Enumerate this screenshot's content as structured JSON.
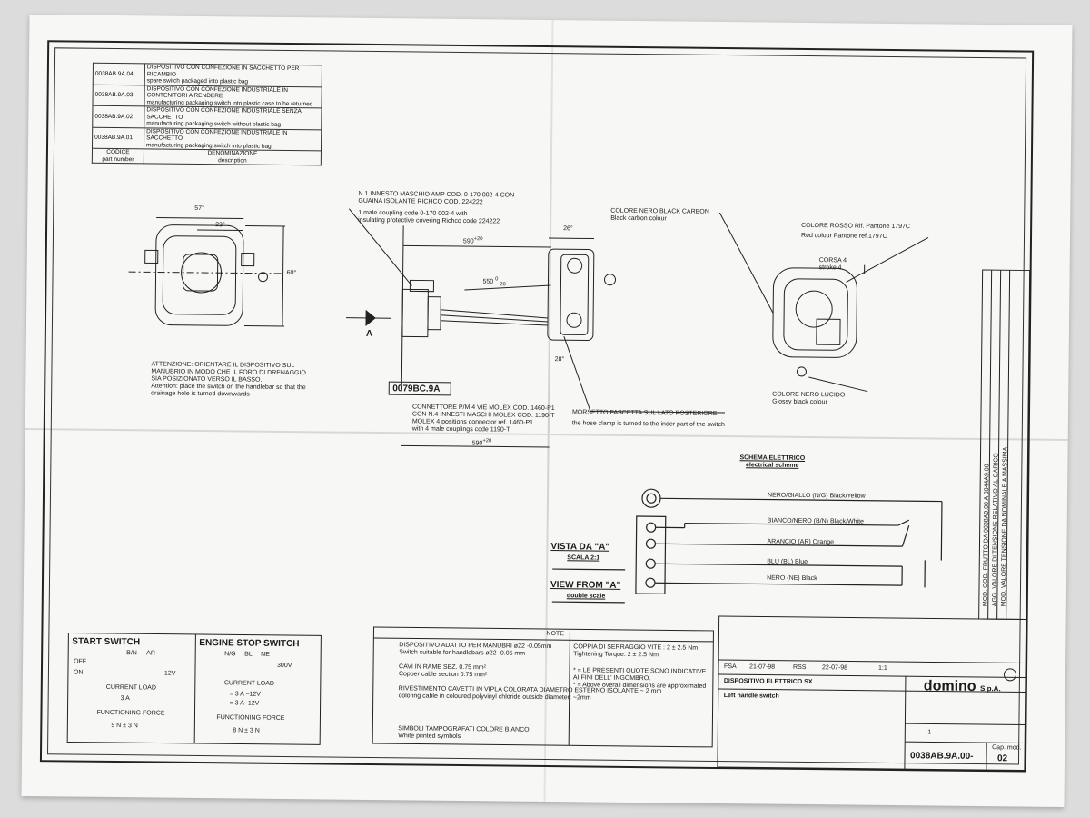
{
  "revisions": [
    {
      "code": "0038AB.9A.04",
      "it": "DISPOSITIVO CON CONFEZIONE IN SACCHETTO PER RICAMBIO",
      "en": "spare switch packaged into plastic bag"
    },
    {
      "code": "0038AB.9A.03",
      "it": "DISPOSITIVO CON CONFEZIONE INDUSTRIALE IN CONTENITORI A RENDERE",
      "en": "manufacturing packaging switch into plastic case to be returned"
    },
    {
      "code": "0038AB.9A.02",
      "it": "DISPOSITIVO CON CONFEZIONE INDUSTRIALE SENZA SACCHETTO",
      "en": "manufacturing packaging switch without plastic bag"
    },
    {
      "code": "0038AB.9A.01",
      "it": "DISPOSITIVO CON CONFEZIONE INDUSTRIALE IN SACCHETTO",
      "en": "manufacturing packaging switch into plastic bag"
    }
  ],
  "rev_header": {
    "code_it": "CODICE",
    "code_en": "part number",
    "desc_it": "DENOMINAZIONE",
    "desc_en": "description"
  },
  "dims": {
    "d57": "57°",
    "d23": "23°",
    "d60": "60°",
    "d590a": "590",
    "d590sup": "+20",
    "d550": "550",
    "d550sup": "0",
    "d550sub": "-20",
    "d26": "26°",
    "d28": "28°",
    "d590b": "590",
    "d590bsup": "+20",
    "corsa": "CORSA 4",
    "stroke": "stroke 4",
    "ref": "A"
  },
  "labels": {
    "plug_it1": "N.1 INNESTO MASCHIO AMP COD. 0-170 002-4 CON",
    "plug_it2": "GUAINA ISOLANTE RICHCO COD. 224222",
    "plug_en1": "1 male coupling code 0-170 002-4 with",
    "plug_en2": "insulating protective covering Richco code 224222",
    "nero_carbon_it": "COLORE NERO BLACK CARBON",
    "nero_carbon_en": "Black carbon colour",
    "rosso_it": "COLORE ROSSO Rif. Pantone 1797C",
    "rosso_en": "Red colour Pantone ref.1797C",
    "lucido_it": "COLORE NERO LUCIDO",
    "lucido_en": "Glossy black colour",
    "att_it1": "ATTENZIONE: ORIENTARE IL DISPOSITIVO SUL",
    "att_it2": "MANUBRIO IN MODO CHE IL FORO DI DRENAGGIO",
    "att_it3": "SIA POSIZIONATO VERSO IL BASSO.",
    "att_en1": "Attention: place the switch on the handlebar so that the",
    "att_en2": "drainage hole is turned downwards",
    "conn_it1": "CONNETTORE P/M 4 VIE MOLEX COD. 1460-P1",
    "conn_it2": "CON N.4 INNESTI MASCHI MOLEX COD. 1190-T",
    "conn_en1": "MOLEX 4 positions connector ref. 1460-P1",
    "conn_en2": "with 4 male couplings code 1190-T",
    "clamp_it": "MORSETTO FASCETTA SUL LATO POSTERIORE",
    "clamp_en": "the hose clamp is turned to the inder part of the switch",
    "part": "0079BC.9A"
  },
  "schema": {
    "title_it": "SCHEMA ELETTRICO",
    "title_en": "electrical scheme",
    "wires": [
      "NERO/GIALLO (N/G) Black/Yellow",
      "BIANCO/NERO (B/N) Black/White",
      "ARANCIO (AR) Orange",
      "BLU (BL) Blue",
      "NERO (NE) Black"
    ],
    "view_it": "VISTA DA \"A\"",
    "scale_it": "SCALA 2:1",
    "view_en": "VIEW FROM \"A\"",
    "scale_en": "double scale"
  },
  "start_switch": {
    "title": "START SWITCH",
    "cols": [
      "B/N",
      "AR"
    ],
    "rows": [
      "OFF",
      "ON"
    ],
    "volt": "12V",
    "load_label": "CURRENT LOAD",
    "load": "3 A",
    "force_label": "FUNCTIONING FORCE",
    "force": "5 N ± 3 N"
  },
  "engine_stop": {
    "title": "ENGINE STOP SWITCH",
    "cols": [
      "N/G",
      "BL",
      "NE"
    ],
    "volt": "300V",
    "load_label": "CURRENT LOAD",
    "load1": "= 3 A −12V",
    "load2": "= 3 A−12V",
    "force_label": "FUNCTIONING FORCE",
    "force": "8 N ± 3 N"
  },
  "note": {
    "title": "NOTE",
    "items": [
      {
        "it": "DISPOSITIVO ADATTO PER MANUBRI ø22 -0.05mm",
        "en": "Switch suitable for handlebars ø22 -0.05 mm"
      },
      {
        "it": "CAVI IN RAME SEZ. 0.75 mm²",
        "en": "Copper cable section 0.75 mm²"
      },
      {
        "it": "RIVESTIMENTO CAVETTI IN VIPLA COLORATA DIAMETRO ESTERNO ISOLANTE ~ 2 mm",
        "en": "coloring cable in coloured polyvinyl chloride outside diameter: ~2mm"
      },
      {
        "it": "SIMBOLI TAMPOGRAFATI COLORE BIANCO",
        "en": "White printed symbols"
      },
      {
        "it": "COPPIA DI SERRAGGIO VITE : 2 ± 2.5 Nm",
        "en": "Tightening Torque: 2 ± 2.5 Nm"
      },
      {
        "it": "* = LE PRESENTI QUOTE SONO INDICATIVE AI FINI DELL' INGOMBRO.",
        "en": "* = Above overall dimensions are approximated"
      }
    ]
  },
  "title_block": {
    "drawn": "FSA",
    "drawn_date": "21-07-98",
    "appr": "RSS",
    "appr_date": "22-07-98",
    "scale": "1:1",
    "name_it": "DISPOSITIVO ELETTRICO SX",
    "name_en": "Left handle switch",
    "company": "domino",
    "company_suffix": "S.p.A.",
    "sheet": "1",
    "drawing_no": "0038AB.9A.00-",
    "rev": "02",
    "mod_label": "Cap. mod."
  },
  "rev_side": [
    "MOD. COD. FRUTTO DA 0038A9.00 A 0044A9.00",
    "AGG. VALORE DI TENSIONE RELATIVO AL CARICO",
    "MOD. VALORE TENSIONE DA NOMINALE A MASSIMA"
  ],
  "icon_names": [
    "approval-seal-icon",
    "circle-ref-icon",
    "ground-symbol-icon"
  ]
}
